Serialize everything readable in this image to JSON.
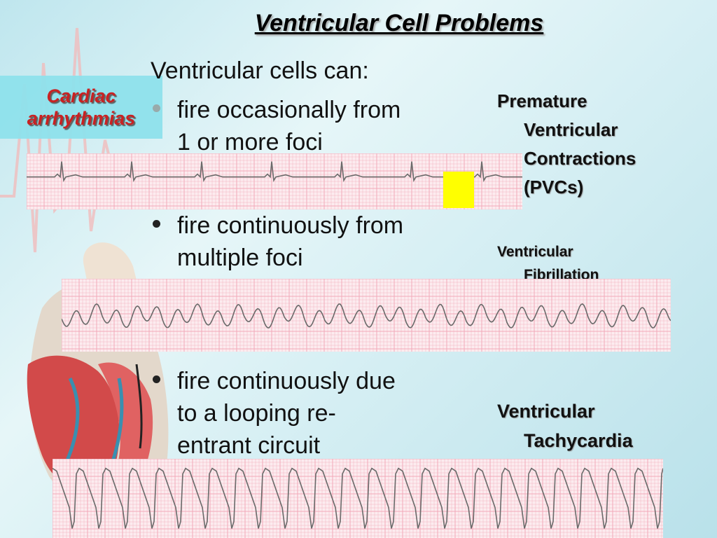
{
  "slide": {
    "title": "Ventricular Cell Problems",
    "badge": {
      "line1": "Cardiac",
      "line2": "arrhythmias"
    },
    "intro": "Ventricular cells can:",
    "bullets": [
      {
        "line1": "fire occasionally from",
        "line2": "1 or more foci"
      },
      {
        "line1": "fire continuously from",
        "line2": "multiple foci"
      },
      {
        "line1": "fire continuously due",
        "line2": "to a looping re-",
        "line3": "entrant circuit"
      }
    ],
    "labels": {
      "pvc": {
        "line1": "Premature",
        "line2": "Ventricular",
        "line3": "Contractions",
        "line4": "(PVCs)"
      },
      "vfib": {
        "line1": "Ventricular",
        "line2": "Fibrillation"
      },
      "vtach": {
        "line1": "Ventricular",
        "line2": "Tachycardia"
      }
    }
  },
  "colors": {
    "badge_text": "#c81818",
    "badge_bg": "#8fe2ec",
    "marker": "#ffff00",
    "ecg_grid": "#f2a9b8",
    "ecg_trace": "#6a6a6a"
  }
}
